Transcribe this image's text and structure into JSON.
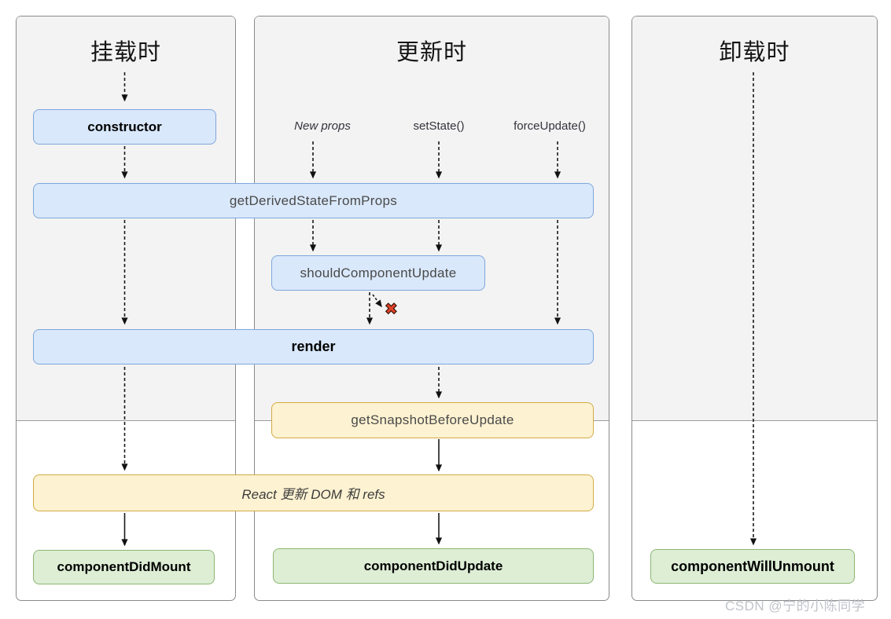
{
  "columns": {
    "mounting": {
      "title": "挂载时"
    },
    "updating": {
      "title": "更新时"
    },
    "unmounting": {
      "title": "卸载时"
    }
  },
  "triggers": {
    "new_props": "New props",
    "set_state": "setState()",
    "force_update": "forceUpdate()"
  },
  "nodes": {
    "constructor_fn": "constructor",
    "get_derived_state_from_props": "getDerivedStateFromProps",
    "should_component_update": "shouldComponentUpdate",
    "render_fn": "render",
    "get_snapshot_before_update": "getSnapshotBeforeUpdate",
    "react_updates_dom": "React 更新 DOM 和 refs",
    "component_did_mount": "componentDidMount",
    "component_did_update": "componentDidUpdate",
    "component_will_unmount": "componentWillUnmount"
  },
  "icons": {
    "reject_x": "✖"
  },
  "watermark": "CSDN @宁的小陈同学",
  "colors": {
    "blue_fill": "#d9e8fa",
    "blue_border": "#7fa7dd",
    "yellow_fill": "#fdf2d1",
    "yellow_border": "#d3ab45",
    "green_fill": "#ddeed5",
    "green_border": "#8cb573",
    "panel_gray": "#f3f3f3",
    "panel_border": "#8a8a8a",
    "x_red": "#e2432a",
    "watermark_gray": "#c0c3c9"
  }
}
